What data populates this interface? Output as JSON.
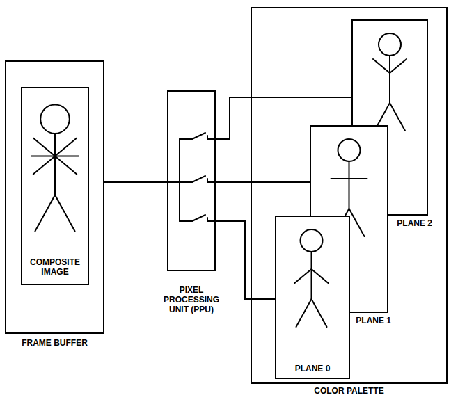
{
  "diagram": {
    "nodes": [
      {
        "text": [
          "FRAME BUFFER"
        ]
      },
      {
        "text": [
          "COMPOSITE IMAGE"
        ],
        "in": 0
      },
      {
        "text": [
          "PIXEL PROCESSING UNIT (PPU)"
        ]
      },
      {
        "text": [
          "COLOR PALETTE"
        ]
      },
      {
        "text": [
          "PLANE 2"
        ],
        "in": 3
      },
      {
        "text": [
          "PLANE 1"
        ],
        "in": 3
      },
      {
        "text": [
          "PLANE 0"
        ],
        "in": 3
      }
    ],
    "edges": [
      {
        "from": 0,
        "to": 2,
        "arrow": "none"
      },
      {
        "from": 2,
        "to": 4,
        "arrow": "none"
      },
      {
        "from": 2,
        "to": 5,
        "arrow": "none"
      },
      {
        "from": 2,
        "to": 6,
        "arrow": "none"
      }
    ]
  }
}
